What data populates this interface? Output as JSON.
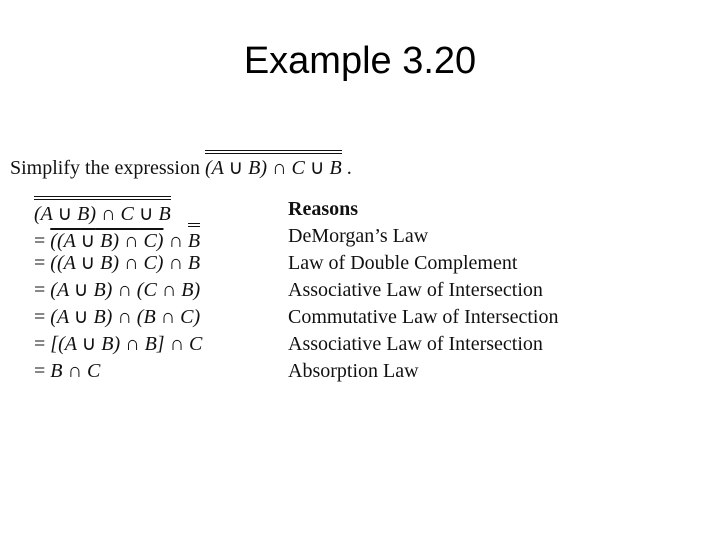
{
  "title": "Example 3.20",
  "prompt": {
    "text": "Simplify the expression",
    "expression": "(A ∪ B) ∩ C ∪ B",
    "end": "."
  },
  "steps": [
    {
      "eq": "",
      "expr": "(A ∪ B) ∩ C ∪ B"
    },
    {
      "eq": "=",
      "expr": "((A ∪ B) ∩ C) ∩ B"
    },
    {
      "eq": "=",
      "expr": "((A ∪ B) ∩ C) ∩ B"
    },
    {
      "eq": "=",
      "expr": "(A ∪ B) ∩ (C ∩ B)"
    },
    {
      "eq": "=",
      "expr": "(A ∪ B) ∩ (B ∩ C)"
    },
    {
      "eq": "=",
      "expr": "[(A ∪ B) ∩ B] ∩ C"
    },
    {
      "eq": "=",
      "expr": "B ∩ C"
    }
  ],
  "reasons_header": "Reasons",
  "reasons": [
    "DeMorgan’s Law",
    "Law of Double Complement",
    "Associative Law of Intersection",
    "Commutative Law of Intersection",
    "Associative Law of Intersection",
    "Absorption Law"
  ]
}
